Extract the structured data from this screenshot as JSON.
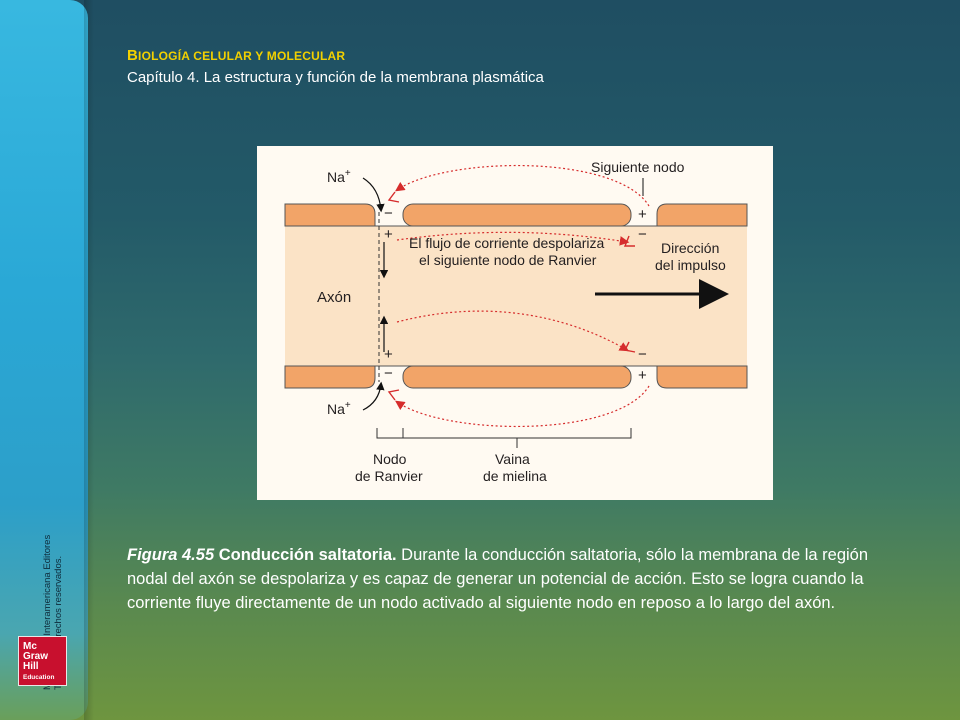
{
  "header": {
    "title_initial_1": "B",
    "title_rest_1": "IOLOGÍA CELULAR Y MOLECULAR",
    "subtitle": "Capítulo 4. La estructura y función de la membrana plasmática"
  },
  "sidebar": {
    "copyright_line1": "McGraw-Hill Interamericana Editores",
    "copyright_line2": "Todos los derechos reservados.",
    "logo_lines": [
      "Mc",
      "Graw",
      "Hill",
      "Education"
    ]
  },
  "figure": {
    "labels": {
      "na_top": "Na",
      "na_bottom": "Na",
      "plus_sup": "+",
      "next_node": "Siguiente nodo",
      "current_line1": "El flujo de corriente despolariza",
      "current_line2": "el siguiente nodo de Ranvier",
      "direction_line1": "Dirección",
      "direction_line2": "del impulso",
      "axon": "Axón",
      "node_line1": "Nodo",
      "node_line2": "de Ranvier",
      "sheath_line1": "Vaina",
      "sheath_line2": "de mielina",
      "minus": "−",
      "plus": "+"
    },
    "colors": {
      "myelin": "#f2a468",
      "axon": "#fbe3c6",
      "arrow_red": "#d62c2c"
    }
  },
  "caption": {
    "figure_number": "Figura 4.55",
    "title": "Conducción saltatoria.",
    "body": "Durante la conducción saltatoria, sólo la membrana de la región nodal del axón se despolariza y es capaz de generar un potencial de acción. Esto se logra cuando la corriente fluye directamente de un nodo activado al siguiente nodo en reposo a lo largo del axón."
  }
}
